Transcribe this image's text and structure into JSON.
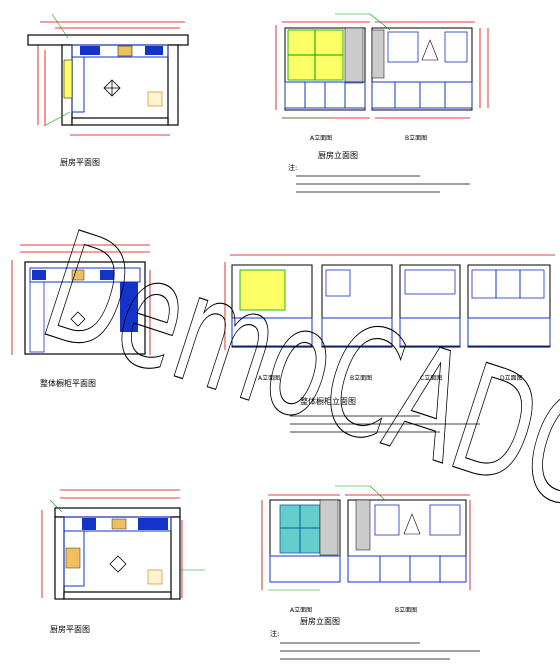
{
  "sheet": {
    "title_plan_1": "厨房平面图",
    "title_plan_2": "厨房平面图",
    "title_elev_1": "厨房立面图",
    "title_elev_2": "厨房立面图",
    "title_mid_plan": "整体橱柜平面图",
    "title_mid_elev": "整体橱柜立面图",
    "label_a": "A立面图",
    "label_b": "B立面图",
    "label_c": "C立面图",
    "label_d": "D立面图",
    "notes_heading_1": "注:",
    "notes_heading_2": "注:",
    "watermark": "DemoCADConverter"
  },
  "colors": {
    "wall": "#000000",
    "dimension": "#d40000",
    "cabinet": "#1433c8",
    "accent": "#00a000",
    "window": "#ffff33",
    "tile": "#e0c030",
    "leader": "#006699"
  }
}
